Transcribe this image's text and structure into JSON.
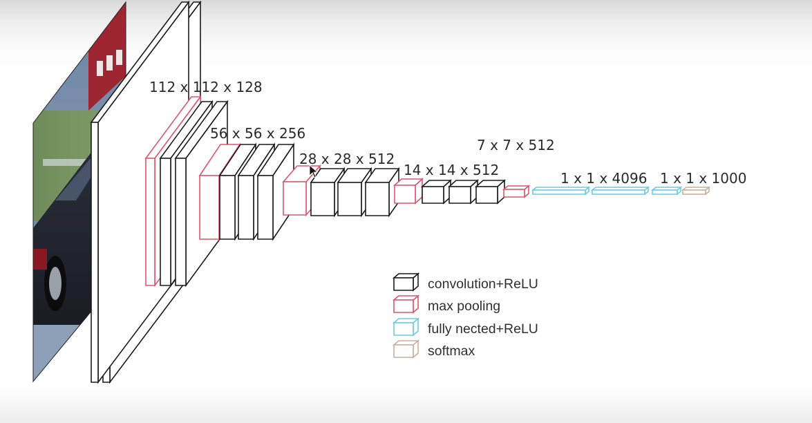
{
  "diagram": {
    "dimension_labels": {
      "conv1": "",
      "conv2": "112 x 112 x 128",
      "conv3": "56 x 56 x 256",
      "conv4": "28 x 28 x 512",
      "conv5": "14 x 14 x 512",
      "pool5": "7 x 7 x 512",
      "fc": "1 x 1 x 4096",
      "softmax": "1 x 1 x 1000"
    },
    "legend": [
      {
        "label": "convolution+ReLU",
        "color": "#1a1a1a"
      },
      {
        "label": "max pooling",
        "color": "#e0556b"
      },
      {
        "label": "fully nected+ReLU",
        "color": "#6ccbe0"
      },
      {
        "label": "softmax",
        "color": "#c9ae9b"
      }
    ],
    "colors": {
      "conv": "#1a1a1a",
      "pool": "#e0556b",
      "fc": "#6ccbe0",
      "softmax": "#c9ae9b"
    }
  }
}
